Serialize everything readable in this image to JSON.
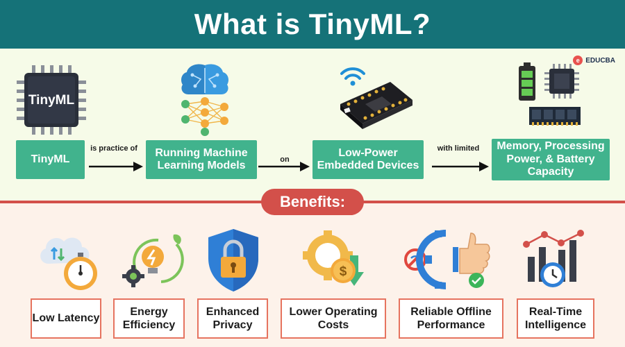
{
  "header": {
    "title": "What is TinyML?"
  },
  "brand": {
    "logo_text": "EDUCBA",
    "logo_mark": "e"
  },
  "flow": {
    "box1": "TinyML",
    "box2": "Running Machine Learning Models",
    "box3": "Low-Power Embedded Devices",
    "box4": "Memory, Processing Power, & Battery Capacity",
    "arrow1": "is practice of",
    "arrow2": "on",
    "arrow3": "with limited",
    "chip_label": "TinyML"
  },
  "benefits": {
    "title": "Benefits:",
    "items": [
      {
        "label": "Low Latency",
        "icon": "cloud-stopwatch-icon"
      },
      {
        "label": "Energy Efficiency",
        "icon": "bulb-gear-icon"
      },
      {
        "label": "Enhanced Privacy",
        "icon": "shield-lock-icon"
      },
      {
        "label": "Lower Operating Costs",
        "icon": "gear-coin-icon"
      },
      {
        "label": "Reliable Offline Performance",
        "icon": "offline-thumbs-up-icon"
      },
      {
        "label": "Real-Time Intelligence",
        "icon": "chart-clock-icon"
      }
    ]
  },
  "colors": {
    "header": "#157278",
    "flow_box": "#41b38d",
    "accent": "#d3504a",
    "benefit_border": "#e6735f"
  }
}
